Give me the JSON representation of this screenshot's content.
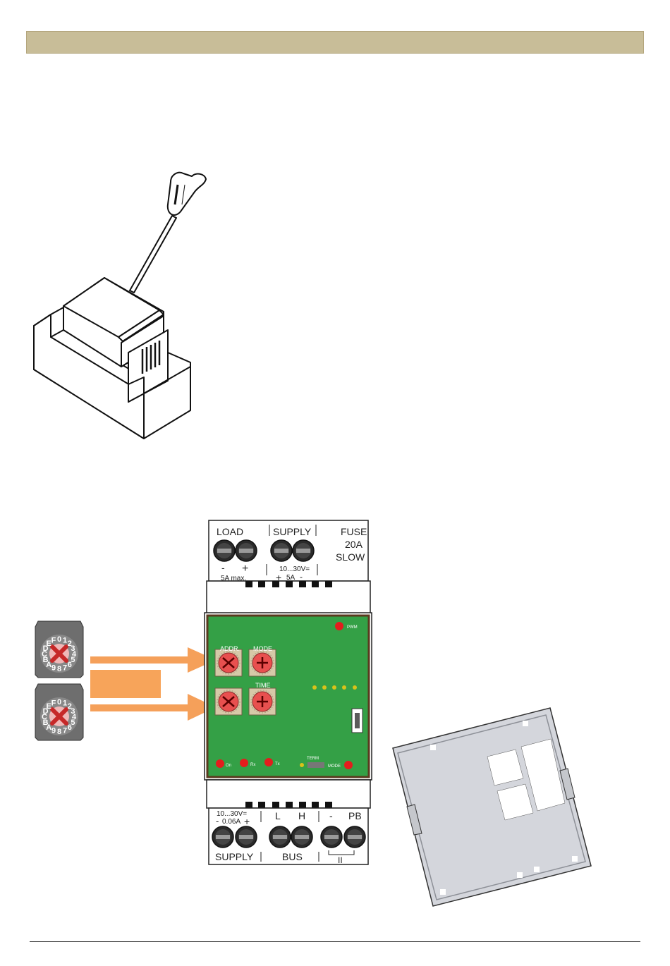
{
  "colors": {
    "header": "#c8bd98",
    "board": "#34a046",
    "arrow": "#f5a05a",
    "led": "#e31d1d",
    "dial": "#e8504f",
    "switch_body": "#5b5b5b",
    "plate": "#d4d6dc"
  },
  "module": {
    "top_block": {
      "load": "LOAD",
      "supply": "SUPPLY",
      "fuse": "FUSE",
      "fuse_rating": "20A",
      "fuse_type": "SLOW",
      "load_minus": "-",
      "load_plus": "+",
      "load_max": "5A max.",
      "supply_voltage": "10...30V=",
      "supply_plus": "+",
      "supply_current": "5A",
      "supply_minus": "-"
    },
    "board": {
      "pwm": "PWM",
      "addr": "ADDR.",
      "mode": "MODE",
      "time": "TIME",
      "led_on": "On",
      "led_rx": "Rx",
      "led_tx": "Tx",
      "term": "TERM",
      "mode_small": "MODE"
    },
    "bottom_block": {
      "supply_voltage": "10...30V=",
      "supply_minus": "-",
      "supply_current": "0.06A",
      "supply_plus": "+",
      "l": "L",
      "h": "H",
      "minus": "-",
      "pb": "PB",
      "supply": "SUPPLY",
      "bus": "BUS",
      "pushbutton_symbol": "II"
    }
  },
  "rotary_switch": {
    "digits": [
      "0",
      "1",
      "2",
      "3",
      "4",
      "5",
      "6",
      "7",
      "8",
      "9",
      "A",
      "B",
      "C",
      "D",
      "E",
      "F"
    ]
  }
}
